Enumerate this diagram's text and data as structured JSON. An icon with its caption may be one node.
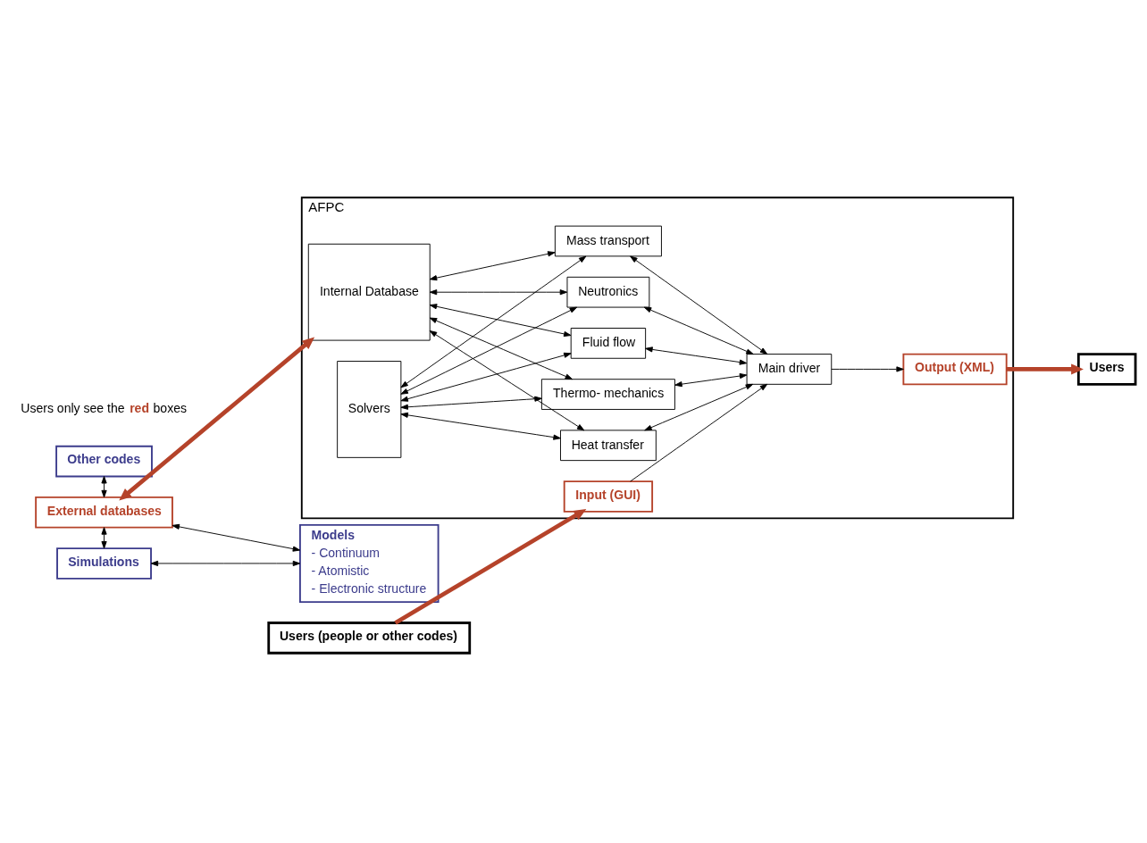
{
  "diagram": {
    "nodes": [
      {
        "text": [
          "Users"
        ]
      },
      {
        "text": [
          "AFPC"
        ]
      },
      {
        "text": [
          "Other codes"
        ]
      },
      {
        "text": [
          "External databases"
        ]
      },
      {
        "text": [
          "Simulations"
        ]
      },
      {
        "text": [
          "Models",
          "- Continuum",
          "- Atomistic",
          "- Electronic structure"
        ]
      },
      {
        "text": [
          "Internal Database"
        ],
        "in": 1
      },
      {
        "text": [
          "Solvers"
        ],
        "in": 1
      },
      {
        "text": [
          "Neutronics"
        ],
        "in": 1
      },
      {
        "text": [
          "Mass transport"
        ],
        "in": 1
      },
      {
        "text": [
          "Heat transfer"
        ],
        "in": 1
      },
      {
        "text": [
          "Thermo- mechanics"
        ],
        "in": 1
      },
      {
        "text": [
          "Fluid flow"
        ],
        "in": 1
      },
      {
        "text": [
          "Main driver"
        ],
        "in": 1
      },
      {
        "text": [
          "Output (XML)"
        ],
        "in": 1
      },
      {
        "text": [
          "Input (GUI)"
        ],
        "in": 1
      },
      {
        "text": [
          "Users (people or other codes)"
        ]
      }
    ],
    "edges": [
      {
        "from": 2,
        "to": 3,
        "arrow": "both"
      },
      {
        "from": 3,
        "to": 6,
        "arrow": "both",
        "style": "thick",
        "color": "#b5432a"
      },
      {
        "from": 3,
        "to": 4,
        "arrow": "both"
      },
      {
        "from": 4,
        "to": 5,
        "arrow": "both"
      },
      {
        "from": 3,
        "to": 5,
        "arrow": "both"
      },
      {
        "from": 6,
        "to": 8,
        "arrow": "both"
      },
      {
        "from": 6,
        "to": 9,
        "arrow": "both"
      },
      {
        "from": 6,
        "to": 10,
        "arrow": "both"
      },
      {
        "from": 6,
        "to": 11,
        "arrow": "both"
      },
      {
        "from": 6,
        "to": 12,
        "arrow": "both"
      },
      {
        "from": 7,
        "to": 8,
        "arrow": "both"
      },
      {
        "from": 7,
        "to": 9,
        "arrow": "both"
      },
      {
        "from": 7,
        "to": 10,
        "arrow": "both"
      },
      {
        "from": 7,
        "to": 11,
        "arrow": "both"
      },
      {
        "from": 7,
        "to": 12,
        "arrow": "both"
      },
      {
        "from": 8,
        "to": 13,
        "arrow": "both"
      },
      {
        "from": 9,
        "to": 13,
        "arrow": "both"
      },
      {
        "from": 10,
        "to": 13,
        "arrow": "both"
      },
      {
        "from": 11,
        "to": 13,
        "arrow": "both"
      },
      {
        "from": 12,
        "to": 13,
        "arrow": "both"
      },
      {
        "from": 13,
        "to": 14,
        "arrow": "to"
      },
      {
        "from": 14,
        "to": 0,
        "arrow": "to",
        "style": "thick",
        "color": "#b5432a"
      },
      {
        "from": 15,
        "to": 13,
        "arrow": "to"
      },
      {
        "from": 16,
        "to": 15,
        "arrow": "to",
        "style": "thick",
        "color": "#b5432a"
      }
    ],
    "labels": [
      "Users only see the **red** boxes"
    ]
  }
}
